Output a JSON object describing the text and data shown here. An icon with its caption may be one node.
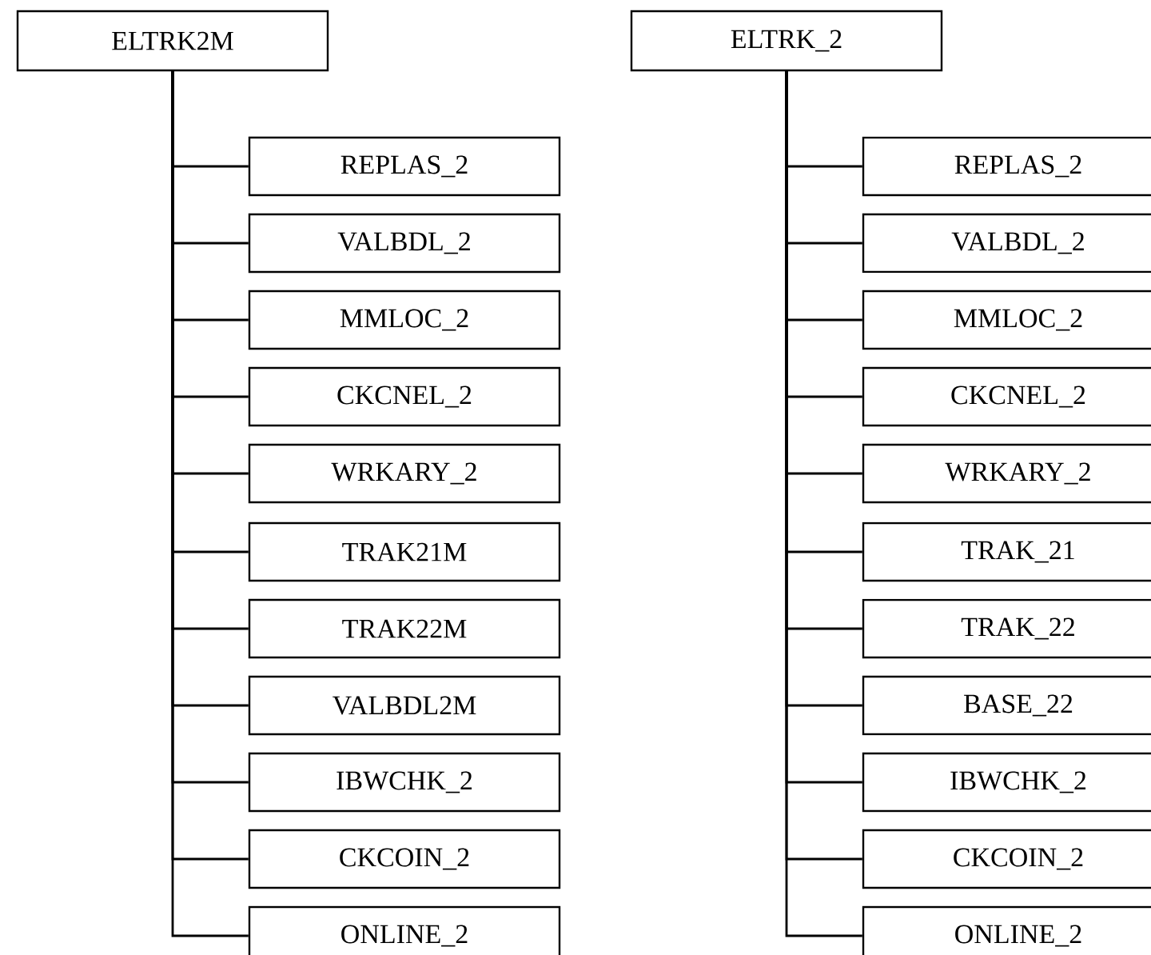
{
  "diagram": {
    "nodes": [
      {
        "text": [
          "ELTRK2M"
        ]
      },
      {
        "text": [
          "REPLAS_2"
        ]
      },
      {
        "text": [
          "VALBDL_2"
        ]
      },
      {
        "text": [
          "MMLOC_2"
        ]
      },
      {
        "text": [
          "CKCNEL_2"
        ]
      },
      {
        "text": [
          "WRKARY_2"
        ]
      },
      {
        "text": [
          "TRAK21M"
        ]
      },
      {
        "text": [
          "TRAK22M"
        ]
      },
      {
        "text": [
          "VALBDL2M"
        ]
      },
      {
        "text": [
          "IBWCHK_2"
        ]
      },
      {
        "text": [
          "CKCOIN_2"
        ]
      },
      {
        "text": [
          "ONLINE_2"
        ]
      },
      {
        "text": [
          "ELTRK_2"
        ]
      },
      {
        "text": [
          "REPLAS_2"
        ]
      },
      {
        "text": [
          "VALBDL_2"
        ]
      },
      {
        "text": [
          "MMLOC_2"
        ]
      },
      {
        "text": [
          "CKCNEL_2"
        ]
      },
      {
        "text": [
          "WRKARY_2"
        ]
      },
      {
        "text": [
          "TRAK_21"
        ]
      },
      {
        "text": [
          "TRAK_22"
        ]
      },
      {
        "text": [
          "BASE_22"
        ]
      },
      {
        "text": [
          "IBWCHK_2"
        ]
      },
      {
        "text": [
          "CKCOIN_2"
        ]
      },
      {
        "text": [
          "ONLINE_2"
        ]
      }
    ],
    "edges": [
      {
        "from": 0,
        "to": 1,
        "arrow": "none"
      },
      {
        "from": 0,
        "to": 2,
        "arrow": "none"
      },
      {
        "from": 0,
        "to": 3,
        "arrow": "none"
      },
      {
        "from": 0,
        "to": 4,
        "arrow": "none"
      },
      {
        "from": 0,
        "to": 5,
        "arrow": "none"
      },
      {
        "from": 0,
        "to": 6,
        "arrow": "none"
      },
      {
        "from": 0,
        "to": 7,
        "arrow": "none"
      },
      {
        "from": 0,
        "to": 8,
        "arrow": "none"
      },
      {
        "from": 0,
        "to": 9,
        "arrow": "none"
      },
      {
        "from": 0,
        "to": 10,
        "arrow": "none"
      },
      {
        "from": 0,
        "to": 11,
        "arrow": "none"
      },
      {
        "from": 12,
        "to": 13,
        "arrow": "none"
      },
      {
        "from": 12,
        "to": 14,
        "arrow": "none"
      },
      {
        "from": 12,
        "to": 15,
        "arrow": "none"
      },
      {
        "from": 12,
        "to": 16,
        "arrow": "none"
      },
      {
        "from": 12,
        "to": 17,
        "arrow": "none"
      },
      {
        "from": 12,
        "to": 18,
        "arrow": "none"
      },
      {
        "from": 12,
        "to": 19,
        "arrow": "none"
      },
      {
        "from": 12,
        "to": 20,
        "arrow": "none"
      },
      {
        "from": 12,
        "to": 21,
        "arrow": "none"
      },
      {
        "from": 12,
        "to": 22,
        "arrow": "none"
      },
      {
        "from": 12,
        "to": 23,
        "arrow": "none"
      }
    ]
  }
}
